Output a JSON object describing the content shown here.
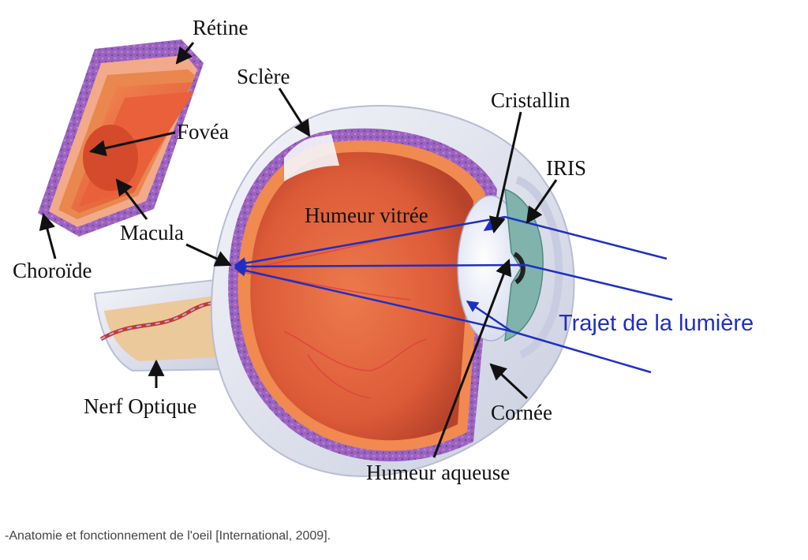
{
  "labels": {
    "retine": "Rétine",
    "sclere": "Sclère",
    "cristallin": "Cristallin",
    "fovea": "Fovéa",
    "iris": "IRIS",
    "humeur_vitree": "Humeur vitrée",
    "macula": "Macula",
    "choroide": "Choroïde",
    "trajet_lumiere": "Trajet de la lumière",
    "cornee": "Cornée",
    "nerf_optique": "Nerf Optique",
    "humeur_aqueuse": "Humeur aqueuse"
  },
  "caption": "-Anatomie et fonctionnement de l'oeil [International, 2009].",
  "colors": {
    "light_ray": "#1f2fc4",
    "pointer": "#111111",
    "sclera": "#e8eaf2",
    "choroid": "#9a5fb8",
    "retina_layer": "#f08a50",
    "vitreous": "#e0553a",
    "iris": "#6fa6a0",
    "nerve": "#e9c79a"
  }
}
